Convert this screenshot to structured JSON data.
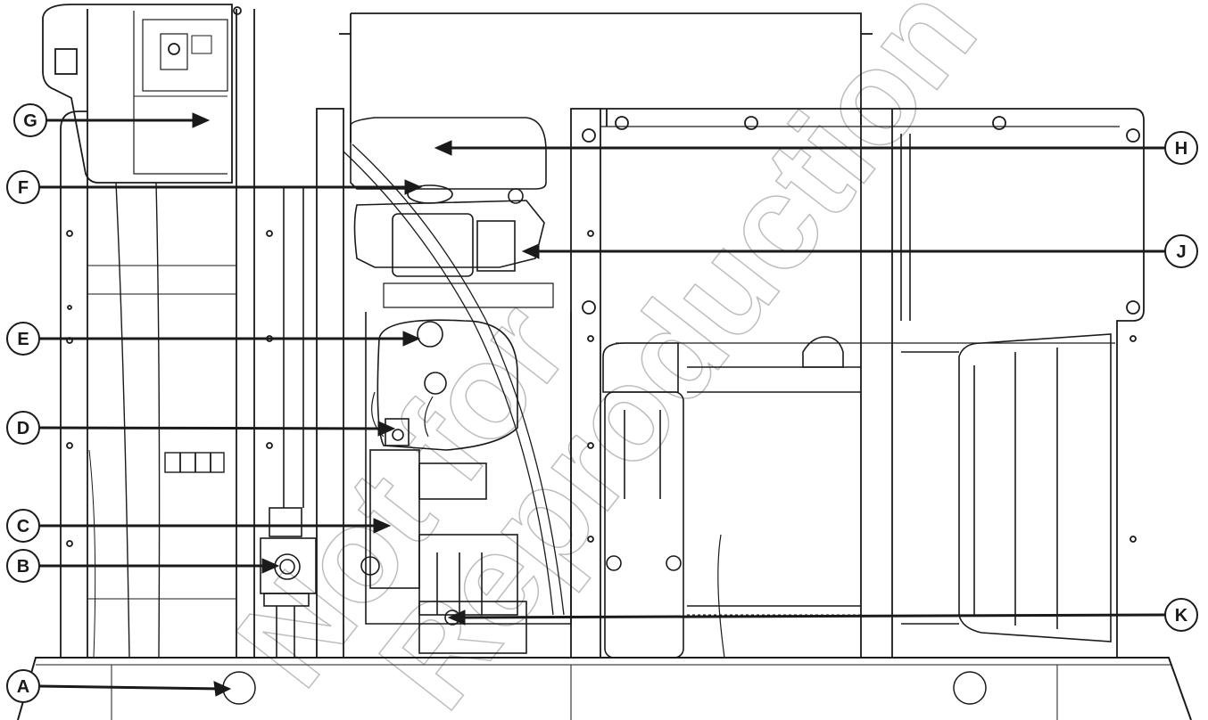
{
  "callouts": [
    {
      "id": "A",
      "label": "A"
    },
    {
      "id": "B",
      "label": "B"
    },
    {
      "id": "C",
      "label": "C"
    },
    {
      "id": "D",
      "label": "D"
    },
    {
      "id": "E",
      "label": "E"
    },
    {
      "id": "F",
      "label": "F"
    },
    {
      "id": "G",
      "label": "G"
    },
    {
      "id": "H",
      "label": "H"
    },
    {
      "id": "J",
      "label": "J"
    },
    {
      "id": "K",
      "label": "K"
    }
  ],
  "watermark": {
    "line1": "Not for",
    "line2": "Reproduction"
  },
  "colors": {
    "line": "#1a1a1a",
    "background": "#ffffff",
    "watermark": "#c8c8c8"
  }
}
